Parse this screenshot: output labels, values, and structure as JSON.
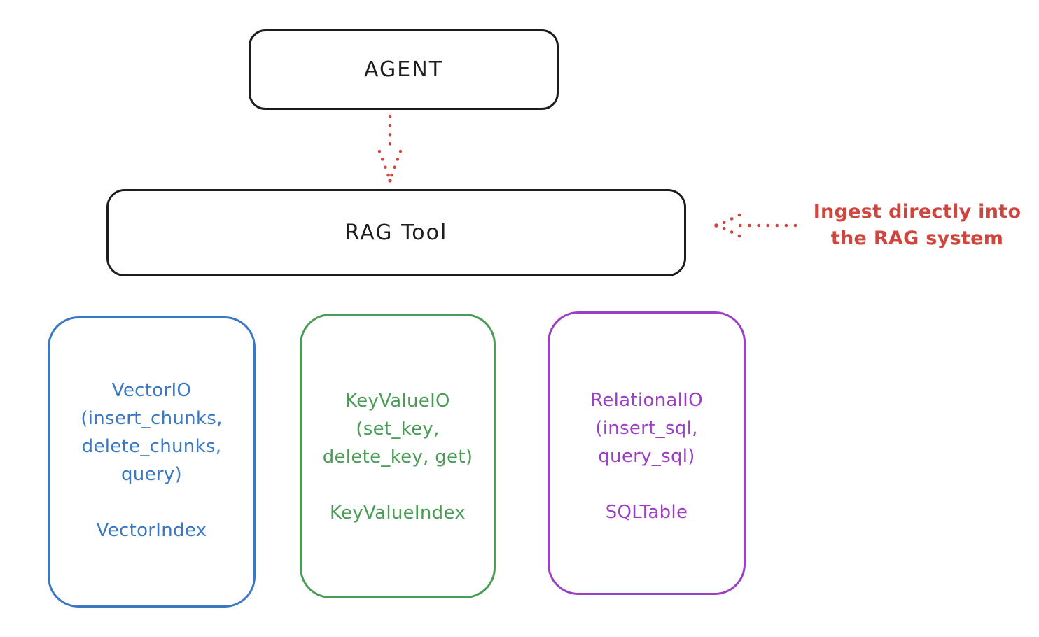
{
  "title": "RAG Tool architecture diagram",
  "colors": {
    "stroke": "#1d1d1d",
    "red": "#d0453e",
    "blue": "#3b78c4",
    "green": "#4a9d55",
    "purple": "#9b3fc4",
    "background": "#ffffff"
  },
  "agent": {
    "label": "AGENT"
  },
  "rag_tool": {
    "label": "RAG Tool"
  },
  "annotation": {
    "line1": "Ingest directly into",
    "line2": "the RAG system"
  },
  "backends": [
    {
      "name": "VectorIO",
      "color": "#3b78c4",
      "lines": [
        "VectorIO",
        "(insert_chunks,",
        "delete_chunks,",
        "query)"
      ],
      "index": "VectorIndex"
    },
    {
      "name": "KeyValueIO",
      "color": "#4a9d55",
      "lines": [
        "KeyValueIO",
        "(set_key,",
        "delete_key, get)"
      ],
      "index": "KeyValueIndex"
    },
    {
      "name": "RelationalIO",
      "color": "#9b3fc4",
      "lines": [
        "RelationalIO",
        "(insert_sql,",
        "query_sql)"
      ],
      "index": "SQLTable"
    }
  ]
}
